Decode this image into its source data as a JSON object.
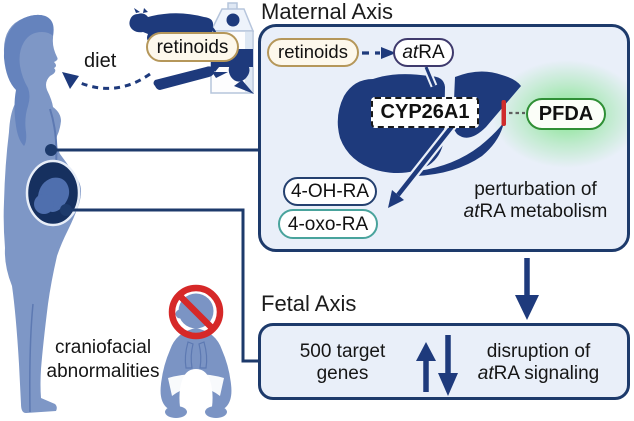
{
  "colors": {
    "navy": "#1e3a7c",
    "box_border": "#1d3a6b",
    "box_background": "#e9eff9",
    "figure_blue": "#7e97c6",
    "womb_navy": "#16305f",
    "retinoids_border": "#b5975a",
    "retinoids_background": "#fdf8ec",
    "atra_border": "#3f3a6d",
    "pfda_border": "#2f8f35",
    "pfda_glow": "#6ee278",
    "oh_ra_border": "#24406f",
    "oxo_ra_border": "#49a39c",
    "inhibition_red": "#cf2c2c",
    "prohibition_red": "#d62828",
    "text": "#161616"
  },
  "figure": {
    "diet_label": "diet",
    "food_retinoids_label": "retinoids",
    "craniofacial_line1": "craniofacial",
    "craniofacial_line2": "abnormalities"
  },
  "maternal_axis": {
    "title": "Maternal Axis",
    "retinoids_label": "retinoids",
    "atra": {
      "italic": "at",
      "rest": "RA"
    },
    "cyp26a1_label": "CYP26A1",
    "pfda_label": "PFDA",
    "metabolite1_label": "4-OH-RA",
    "metabolite2_label": "4-oxo-RA",
    "perturbation": {
      "line1": "perturbation of",
      "line2_italic": "at",
      "line2_rest": "RA metabolism"
    }
  },
  "fetal_axis": {
    "title": "Fetal Axis",
    "genes_line1": "500 target",
    "genes_line2": "genes",
    "disruption": {
      "line1": "disruption of",
      "line2_italic": "at",
      "line2_rest": "RA signaling"
    }
  }
}
